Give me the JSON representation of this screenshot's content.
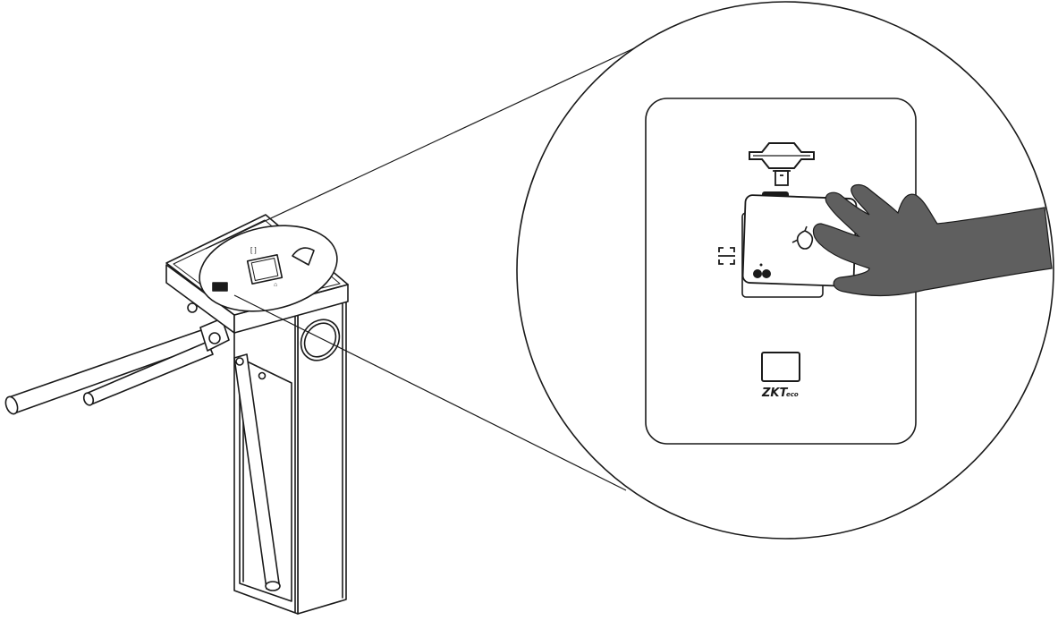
{
  "figure": {
    "subject": "tripod-turnstile",
    "detail_view": "reader-panel-callout"
  },
  "reader_panel": {
    "logo": {
      "brand": "ZKT",
      "suffix": "eco"
    },
    "icons": [
      "card-key-icon",
      "card-slot-icon",
      "qr-scan-icon",
      "card-reader-window-icon"
    ],
    "action": "present-smartphone-to-reader"
  },
  "colors": {
    "line": "#1a1a1a",
    "hand": "#5f5f5f",
    "background": "#ffffff",
    "phone": "#ffffff"
  }
}
